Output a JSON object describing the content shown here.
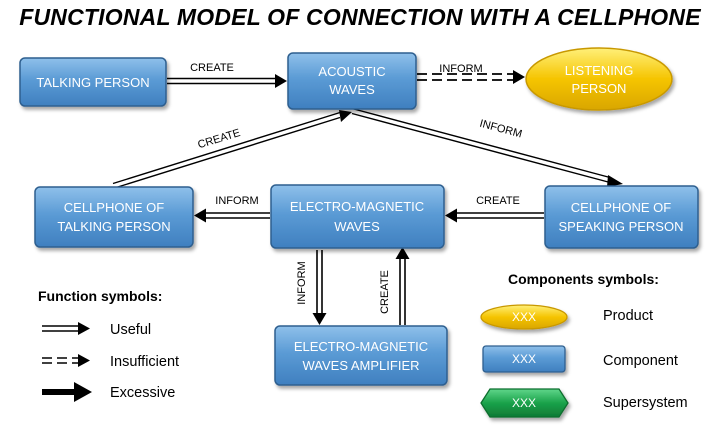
{
  "title": "FUNCTIONAL MODEL OF CONNECTION WITH A CELLPHONE",
  "nodes": {
    "talking_person": [
      "TALKING PERSON"
    ],
    "acoustic_waves": [
      "ACOUSTIC",
      "WAVES"
    ],
    "listening_person": [
      "LISTENING",
      "PERSON"
    ],
    "cellphone_talking": [
      "CELLPHONE OF",
      "TALKING PERSON"
    ],
    "em_waves": [
      "ELECTRO-MAGNETIC",
      "WAVES"
    ],
    "cellphone_speaking": [
      "CELLPHONE OF",
      "SPEAKING PERSON"
    ],
    "em_amplifier": [
      "ELECTRO-MAGNETIC",
      "WAVES AMPLIFIER"
    ]
  },
  "edges": {
    "talking_to_acoustic": "CREATE",
    "acoustic_to_listening": "INFORM",
    "cellphone_to_acoustic": "CREATE",
    "acoustic_to_speaking": "INFORM",
    "em_to_cellphone": "INFORM",
    "speaking_to_em": "CREATE",
    "em_to_amplifier": "INFORM",
    "amplifier_to_em": "CREATE"
  },
  "legend": {
    "function_heading": "Function symbols:",
    "useful": "Useful",
    "insufficient": "Insufficient",
    "excessive": "Excessive",
    "components_heading": "Components symbols:",
    "symbol_text": "XXX",
    "product": "Product",
    "component": "Component",
    "supersystem": "Supersystem"
  },
  "colors": {
    "component_fill": "#5b9bd5",
    "component_stroke": "#2e5f8f",
    "product_fill": "#f5c400",
    "product_stroke": "#c89800",
    "supersystem_fill": "#1aa24a",
    "supersystem_stroke": "#0d6e2e"
  }
}
